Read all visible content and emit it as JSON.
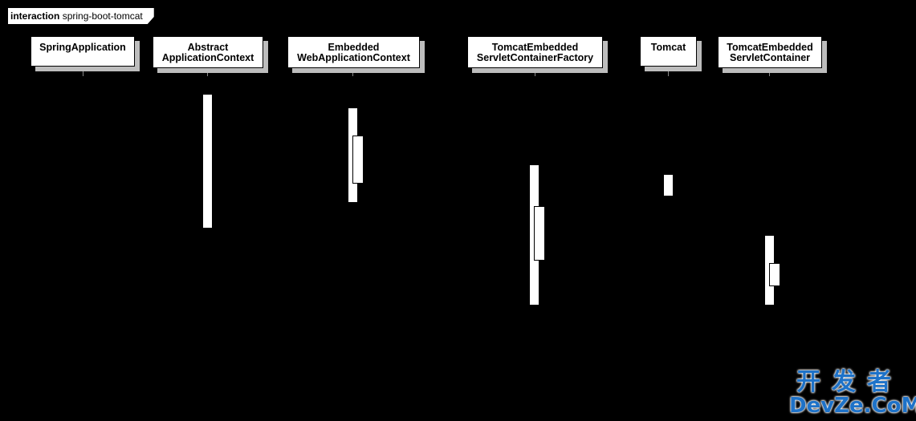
{
  "frame": {
    "keyword": "interaction",
    "name": "spring-boot-tomcat"
  },
  "lifelines": [
    {
      "id": "springapplication",
      "line1": "SpringApplication",
      "line2": ""
    },
    {
      "id": "abstractapplicationcontext",
      "line1": "Abstract",
      "line2": "ApplicationContext"
    },
    {
      "id": "embeddedwebapplicationcontext",
      "line1": "Embedded",
      "line2": "WebApplicationContext"
    },
    {
      "id": "tomcatembeddedservletcontainerfactory",
      "line1": "TomcatEmbedded",
      "line2": "ServletContainerFactory"
    },
    {
      "id": "tomcat",
      "line1": "Tomcat",
      "line2": ""
    },
    {
      "id": "tomcatembeddedservletcontainer",
      "line1": "TomcatEmbedded",
      "line2": "ServletContainer"
    }
  ],
  "watermark": {
    "cn": "开发者",
    "en": "DevZe.CoM"
  },
  "colors": {
    "background": "#000000",
    "box": "#ffffff",
    "shadow": "#bdbdbd",
    "watermark": "#1e72c8"
  }
}
